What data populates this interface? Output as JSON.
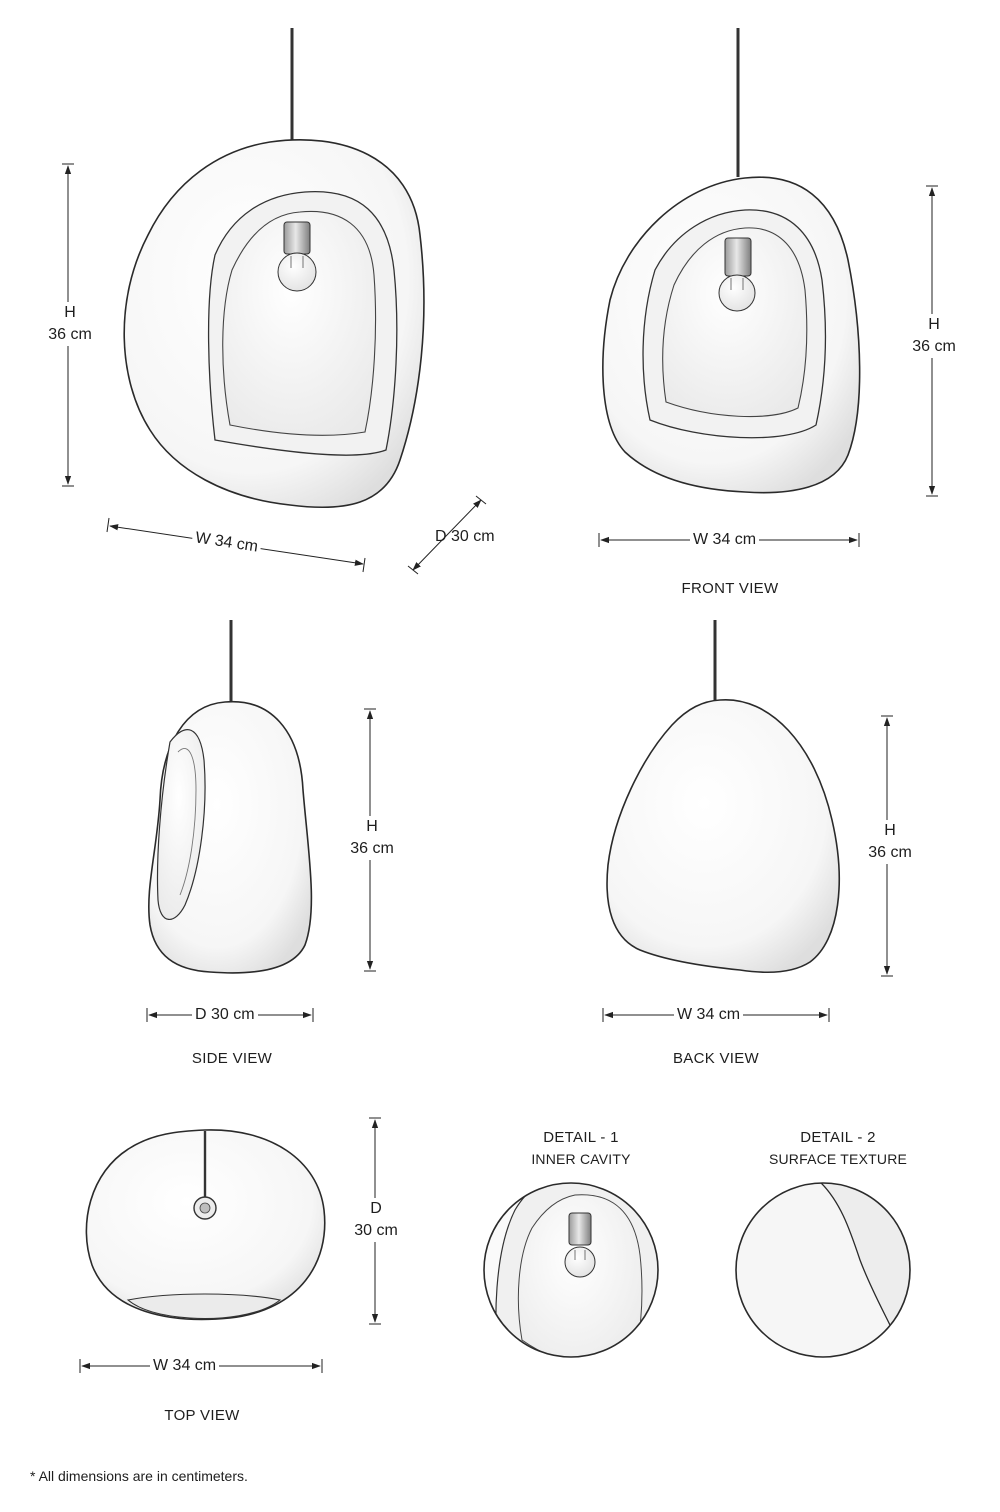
{
  "views": {
    "perspective": {
      "height": [
        "H",
        "36 cm"
      ],
      "width": "W 34 cm",
      "depth": "D 30 cm"
    },
    "front": {
      "caption": "FRONT VIEW",
      "height": [
        "H",
        "36 cm"
      ],
      "width": "W 34 cm"
    },
    "side": {
      "caption": "SIDE VIEW",
      "height": [
        "H",
        "36 cm"
      ],
      "depth": "D 30 cm"
    },
    "back": {
      "caption": "BACK VIEW",
      "height": [
        "H",
        "36 cm"
      ],
      "width": "W 34 cm"
    },
    "top": {
      "caption": "TOP VIEW",
      "depth": [
        "D",
        "30 cm"
      ],
      "width": "W 34 cm"
    }
  },
  "details": [
    {
      "title": "DETAIL - 1",
      "subtitle": "INNER CAVITY"
    },
    {
      "title": "DETAIL - 2",
      "subtitle": "SURFACE TEXTURE"
    }
  ],
  "footnote": "* All dimensions are in centimeters."
}
